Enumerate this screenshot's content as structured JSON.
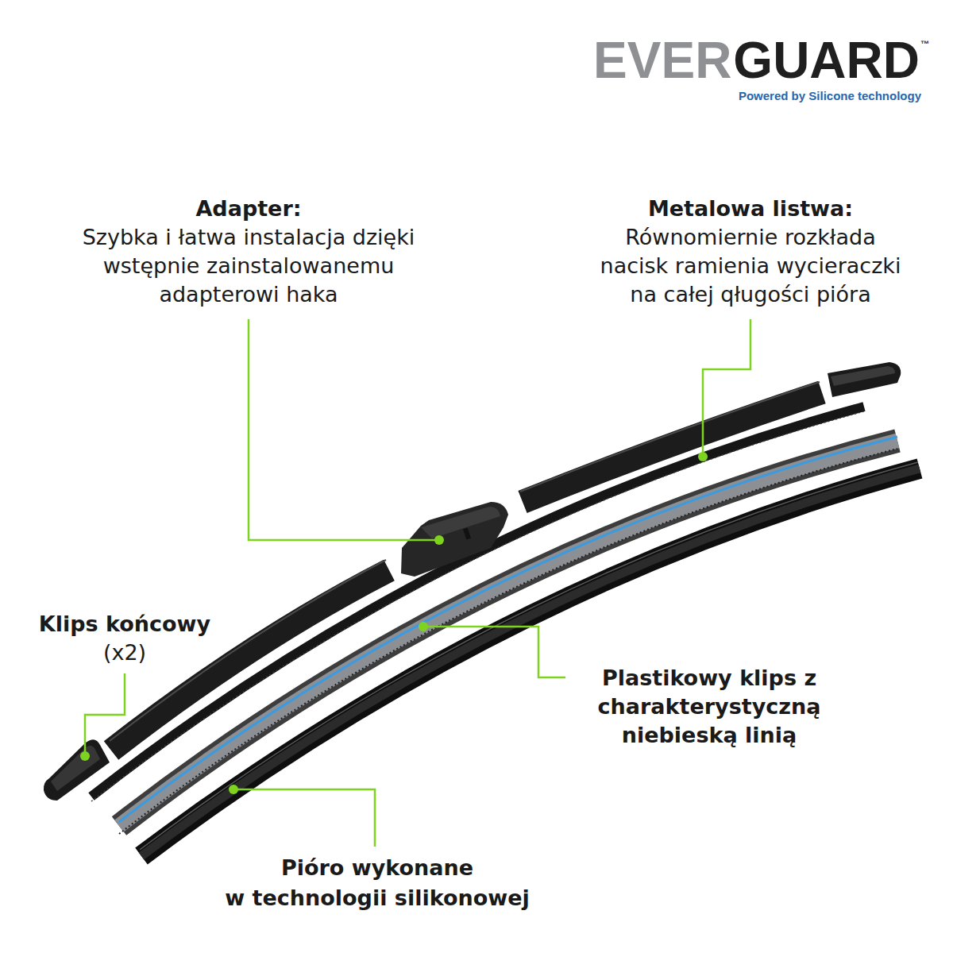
{
  "diagram": {
    "labels": [
      "EVER",
      "GUARD",
      "™",
      "Powered by Silicone technology",
      "Adapter:",
      "Szybka i łatwa instalacja dzięki wstępnie zainstalowanemu adapterowi haka",
      "Metalowa listwa:",
      "Równomiernie rozkłada nacisk ramienia wycieraczki na całej qługości pióra",
      "Klips końcowy",
      "(x2)",
      "Plastikowy klips z charakterystyczną niebieską linią",
      "Pióro wykonane w technologii silikonowej"
    ]
  }
}
